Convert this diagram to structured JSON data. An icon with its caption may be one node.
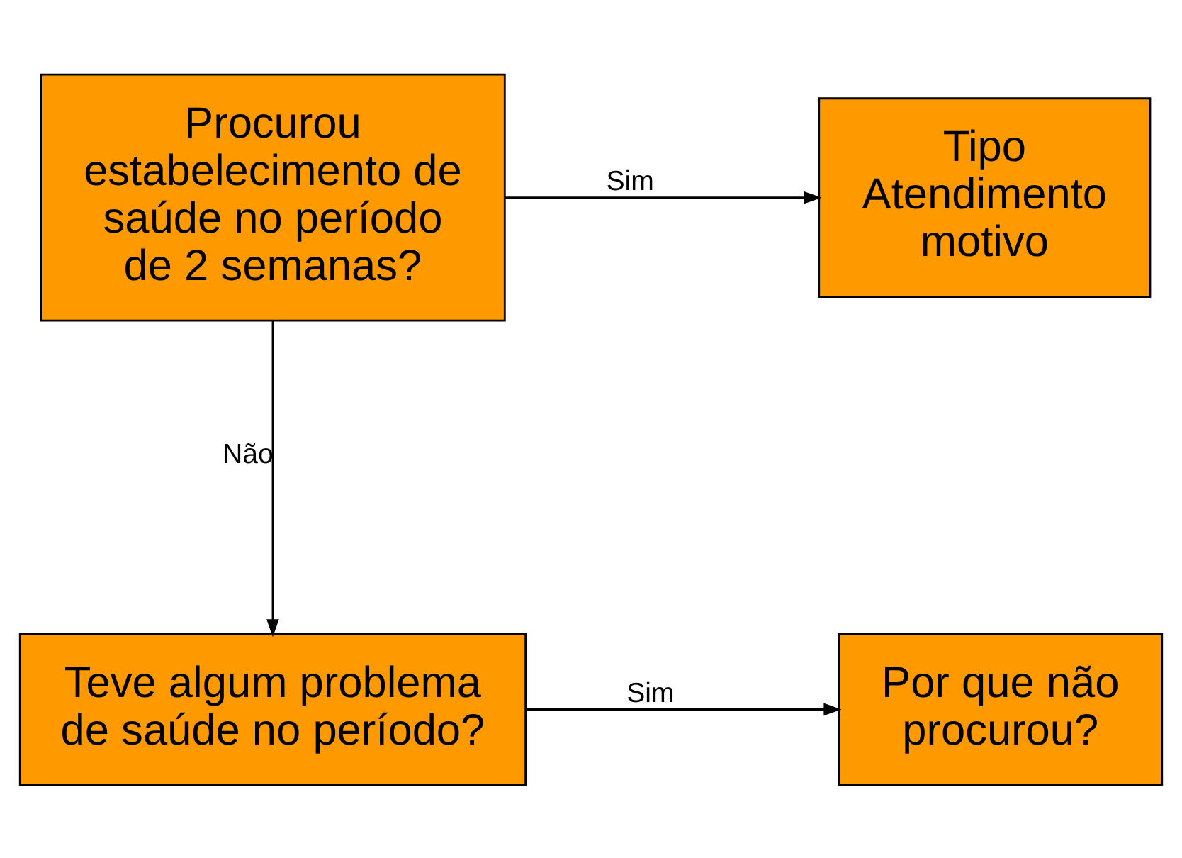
{
  "diagram": {
    "nodes": [
      {
        "text": [
          "Procurou estabelecimento de saúde no período de 2 semanas?"
        ]
      },
      {
        "text": [
          "Tipo Atendimento motivo"
        ]
      },
      {
        "text": [
          "Teve algum problema de saúde no período?"
        ]
      },
      {
        "text": [
          "Por que não procurou?"
        ]
      }
    ],
    "edges": [
      {
        "from": 0,
        "to": 1,
        "arrow": "to",
        "label": "Sim"
      },
      {
        "from": 0,
        "to": 2,
        "arrow": "to",
        "label": "Não"
      },
      {
        "from": 2,
        "to": 3,
        "arrow": "to",
        "label": "Sim"
      }
    ]
  }
}
